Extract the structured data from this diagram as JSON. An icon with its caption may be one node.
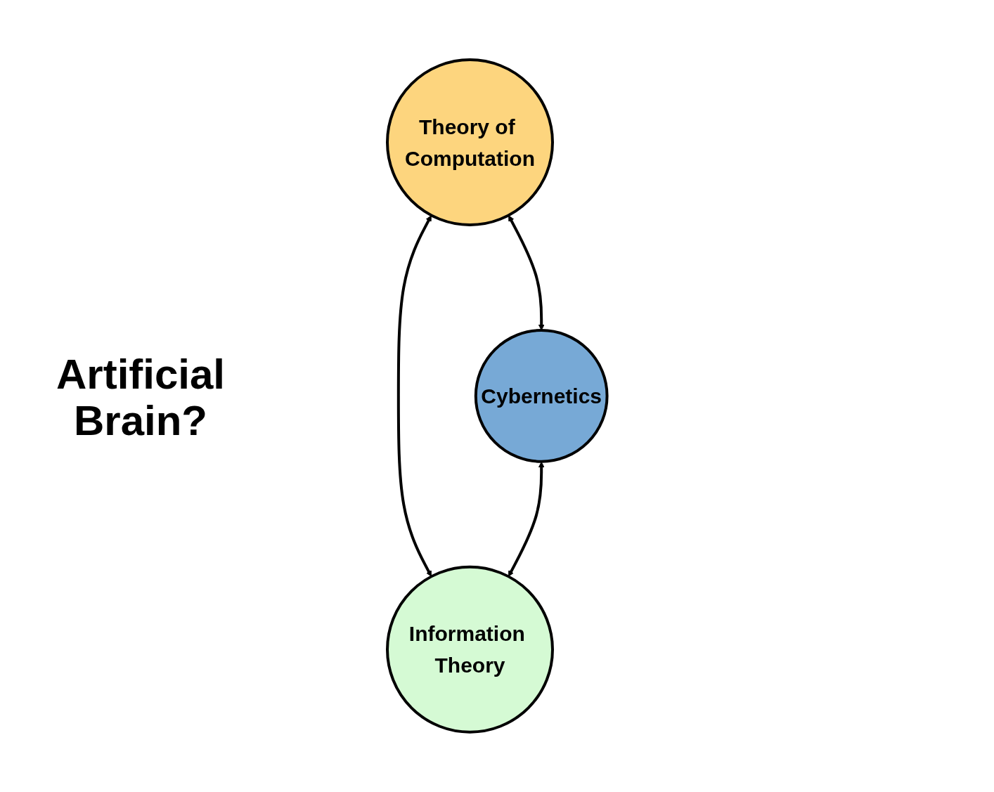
{
  "diagram": {
    "nodes": [
      {
        "text": [
          "Theory of Computation"
        ]
      },
      {
        "text": [
          "Cybernetics"
        ]
      },
      {
        "text": [
          "Information Theory"
        ]
      }
    ],
    "edges": [
      {
        "from": 0,
        "to": 1,
        "arrow": "both"
      },
      {
        "from": 0,
        "to": 2,
        "arrow": "both"
      },
      {
        "from": 1,
        "to": 2,
        "arrow": "both"
      }
    ],
    "labels": [
      "Artificial Brain?"
    ]
  }
}
